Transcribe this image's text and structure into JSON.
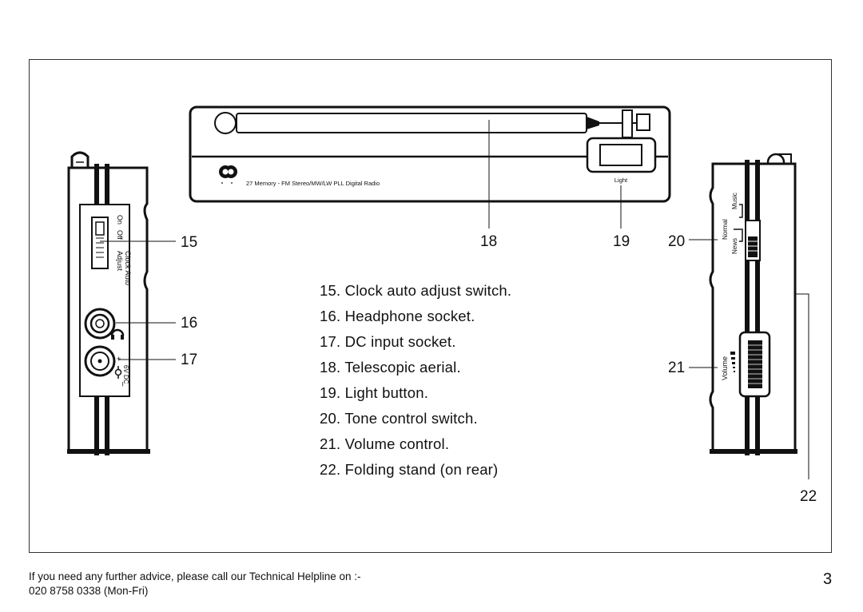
{
  "top_view": {
    "model_text": "27 Memory - FM Stereo/MW/LW PLL Digital Radio",
    "light_label": "Light"
  },
  "left_side": {
    "switch_labels": [
      "On",
      "Off",
      "Clock Auto",
      "Adjust"
    ],
    "dc_label": "6V DC",
    "plus": "+",
    "minus": "–"
  },
  "right_side": {
    "tone_labels": [
      "Music",
      "Normal",
      "News"
    ],
    "volume_label": "Volume"
  },
  "callouts": {
    "c15": "15",
    "c16": "16",
    "c17": "17",
    "c18": "18",
    "c19": "19",
    "c20": "20",
    "c21": "21",
    "c22": "22"
  },
  "legend": [
    "15. Clock auto adjust switch.",
    "16. Headphone socket.",
    "17. DC input socket.",
    "18. Telescopic aerial.",
    "19. Light button.",
    "20. Tone control switch.",
    "21. Volume control.",
    "22. Folding stand (on rear)"
  ],
  "footer": {
    "line1": "If you need any further advice, please call our Technical Helpline on :-",
    "line2": "020 8758 0338 (Mon-Fri)",
    "page_number": "3"
  }
}
